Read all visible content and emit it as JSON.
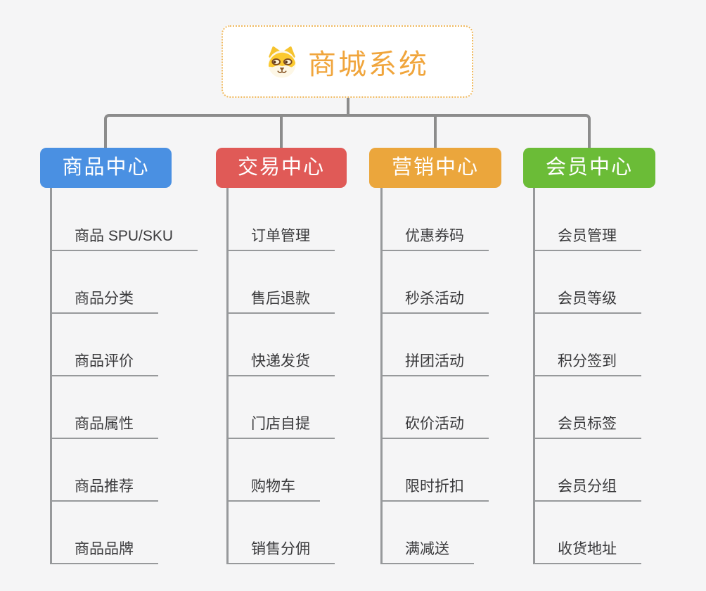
{
  "root": {
    "title": "商城系统",
    "icon": "dog-face-icon",
    "accent_color": "#F0A53C",
    "border_color": "#F0B95E"
  },
  "connector_color": "#8C8C8C",
  "branches": [
    {
      "label": "商品中心",
      "color": "#4A90E2",
      "items": [
        "商品 SPU/SKU",
        "商品分类",
        "商品评价",
        "商品属性",
        "商品推荐",
        "商品品牌"
      ]
    },
    {
      "label": "交易中心",
      "color": "#E05A57",
      "items": [
        "订单管理",
        "售后退款",
        "快递发货",
        "门店自提",
        "购物车",
        "销售分佣"
      ]
    },
    {
      "label": "营销中心",
      "color": "#EBA63C",
      "items": [
        "优惠券码",
        "秒杀活动",
        "拼团活动",
        "砍价活动",
        "限时折扣",
        "满减送"
      ]
    },
    {
      "label": "会员中心",
      "color": "#6BBC37",
      "items": [
        "会员管理",
        "会员等级",
        "积分签到",
        "会员标签",
        "会员分组",
        "收货地址"
      ]
    }
  ]
}
